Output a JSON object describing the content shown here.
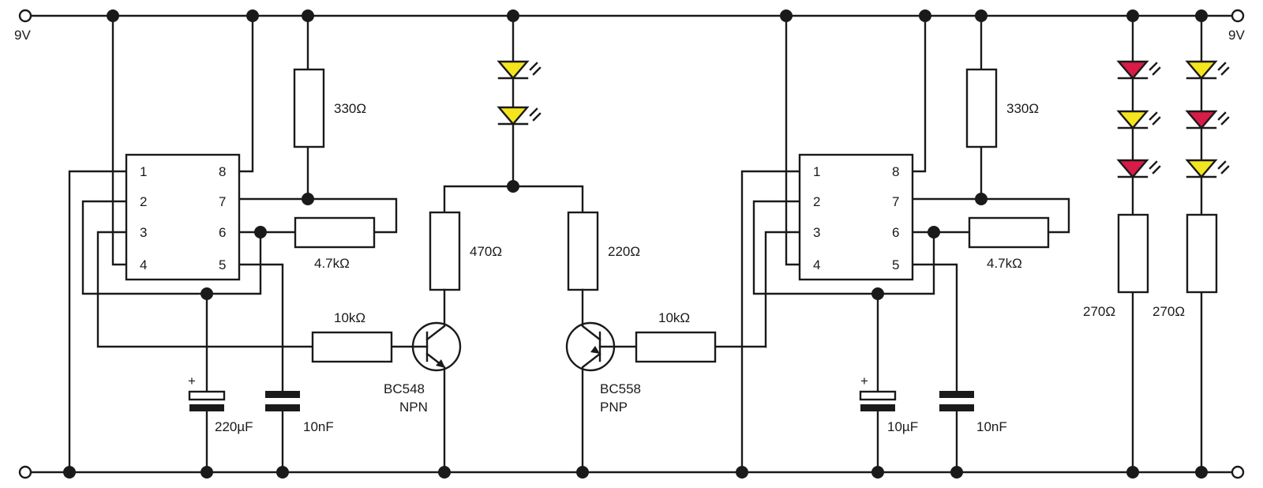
{
  "supply": {
    "left": "9V",
    "right": "9V"
  },
  "ic_pins": [
    "1",
    "2",
    "3",
    "4",
    "8",
    "7",
    "6",
    "5"
  ],
  "resistors": {
    "r330_a": "330Ω",
    "r47k_a": "4.7kΩ",
    "r10k_a": "10kΩ",
    "r470": "470Ω",
    "r220": "220Ω",
    "r10k_b": "10kΩ",
    "r330_b": "330Ω",
    "r47k_b": "4.7kΩ",
    "r270_a": "270Ω",
    "r270_b": "270Ω"
  },
  "capacitors": {
    "c220u": "220µF",
    "c10n_a": "10nF",
    "c10u": "10µF",
    "c10n_b": "10nF",
    "plus": "+"
  },
  "transistors": {
    "q1_part": "BC548",
    "q1_type": "NPN",
    "q2_part": "BC558",
    "q2_type": "PNP"
  },
  "led_colors": {
    "yellow": "#f5e51d",
    "red": "#d81b47"
  },
  "led_strings": {
    "middle": [
      "yellow",
      "yellow"
    ],
    "right_a": [
      "red",
      "yellow",
      "red"
    ],
    "right_b": [
      "yellow",
      "red",
      "yellow"
    ]
  }
}
